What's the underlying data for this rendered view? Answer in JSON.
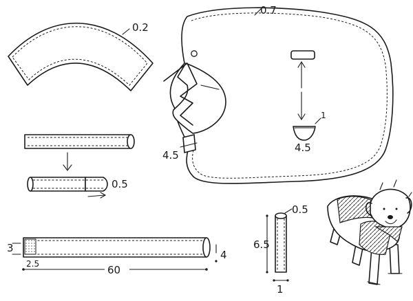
{
  "labels": {
    "collar_seam": "0.2",
    "body_seam": "0.7",
    "strap_width": "4.5",
    "loop_size": "1",
    "loop_width": "4.5",
    "tube_seam": "0.5",
    "strip_height": "3",
    "strip_end": "2.5",
    "strip_length": "60",
    "strip_side": "4",
    "small_tube_seam": "0.5",
    "small_tube_height": "6.5",
    "small_tube_width": "1"
  }
}
